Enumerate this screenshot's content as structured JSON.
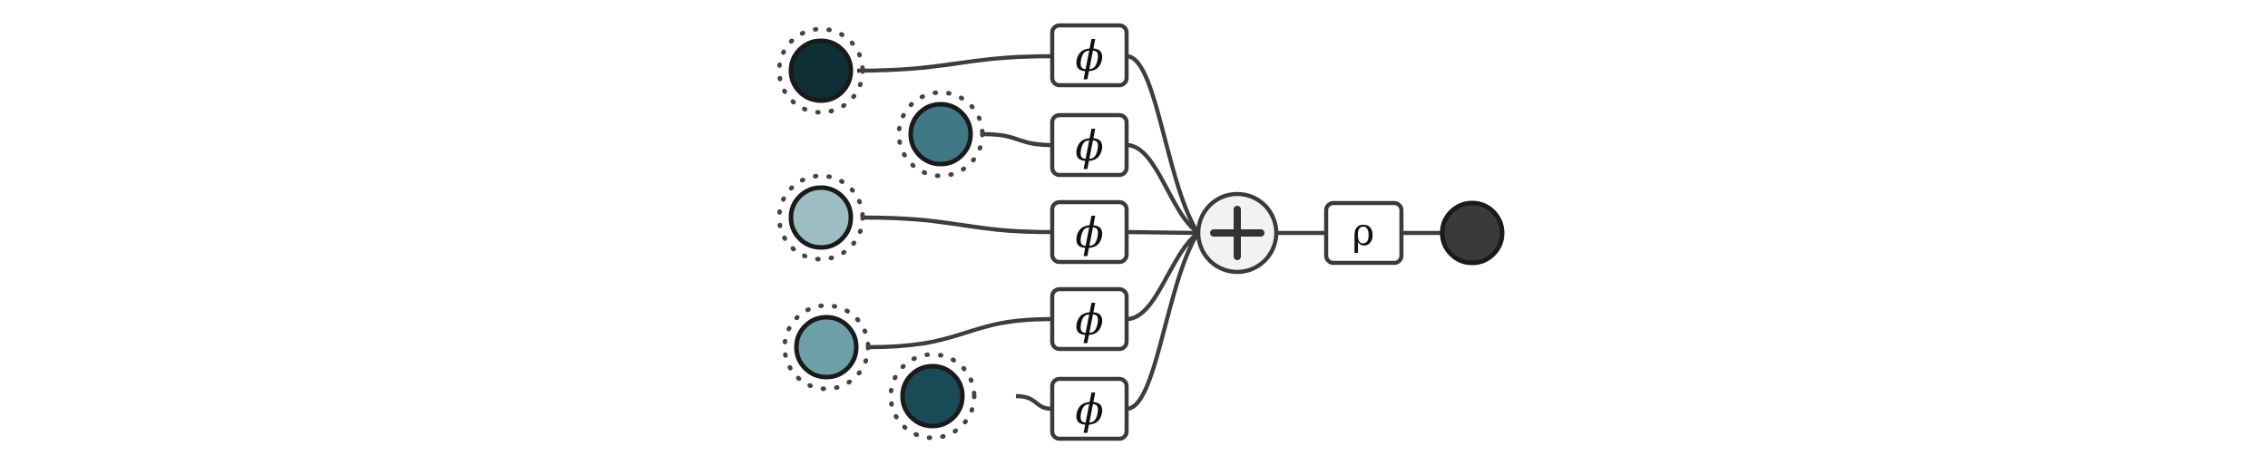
{
  "diagram": {
    "inputs": [
      {
        "id": "in1",
        "color": "#0f2f37"
      },
      {
        "id": "in2",
        "color": "#3e7985"
      },
      {
        "id": "in3",
        "color": "#9dbfc4"
      },
      {
        "id": "in4",
        "color": "#6d9fa9"
      },
      {
        "id": "in5",
        "color": "#184b56"
      }
    ],
    "phi_label": "ϕ",
    "aggregator": "sum",
    "rho_label": "ρ",
    "output_color": "#3a3a3a",
    "line_color": "#3d3d3d"
  }
}
